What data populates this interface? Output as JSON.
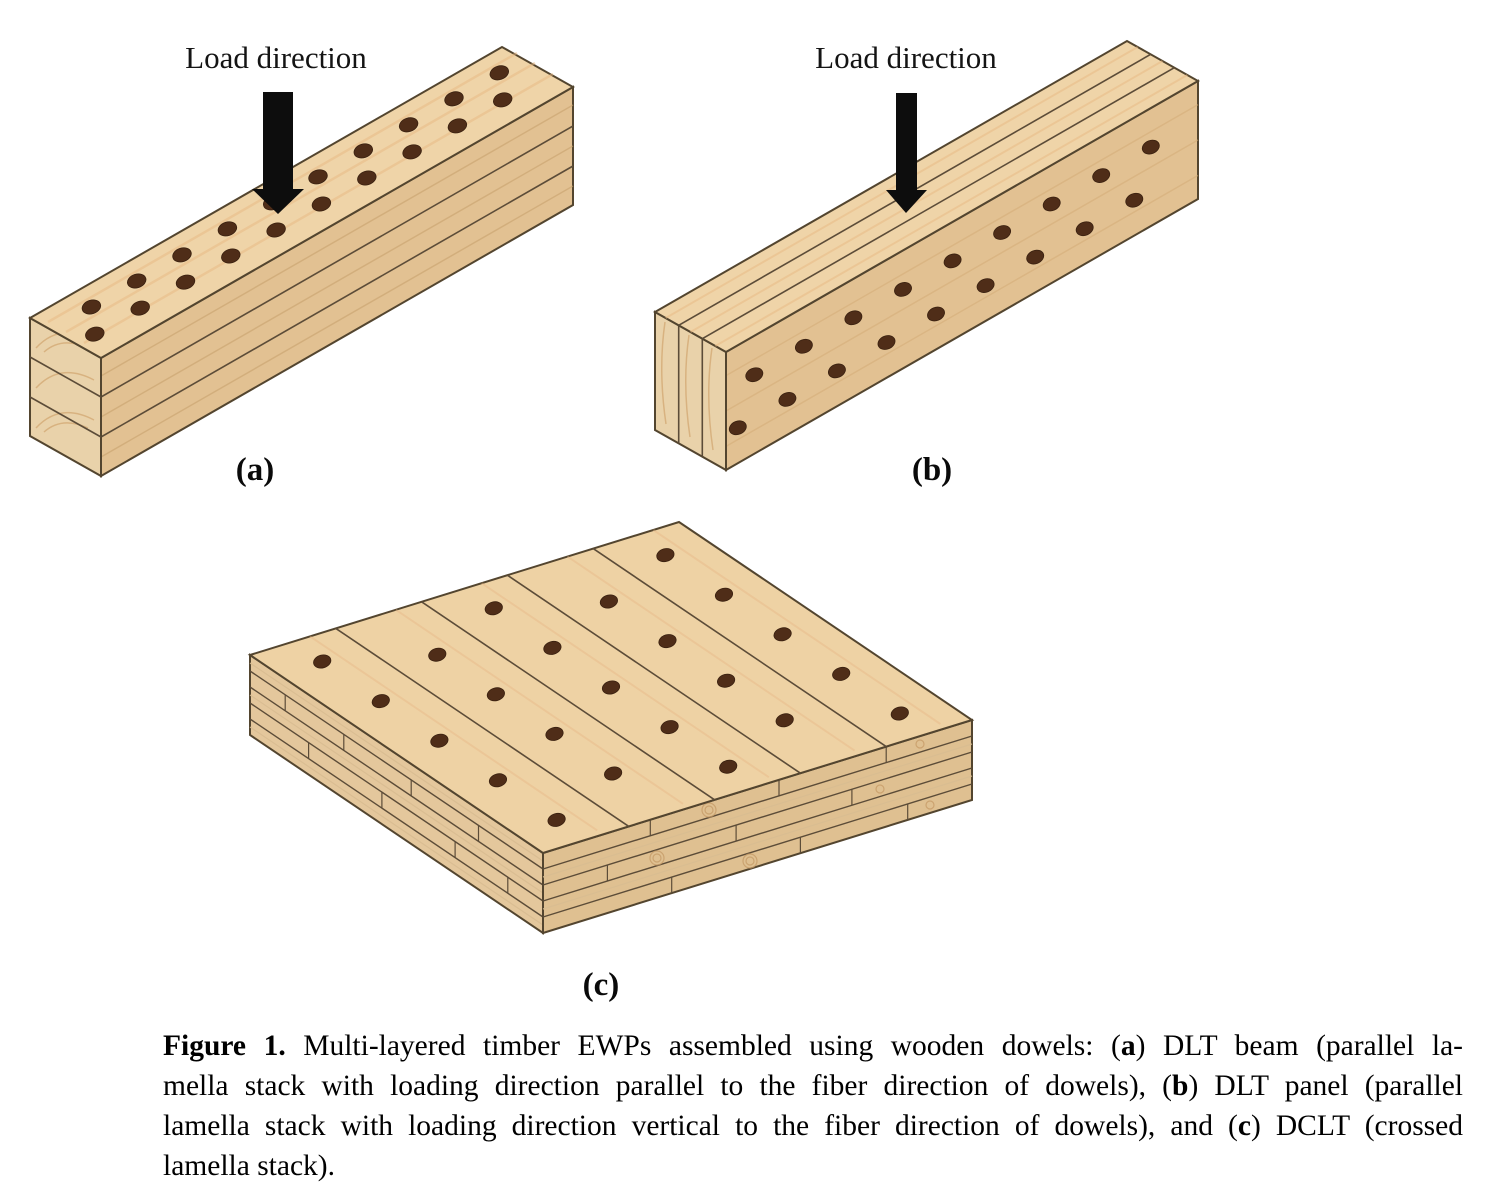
{
  "figure": {
    "panel_a": {
      "label": "(a)",
      "load_direction_label": "Load direction",
      "description": "DLT beam, parallel lamella stack, dowels on top face",
      "lamella_count": 3,
      "dowel_rows": 2,
      "dowel_count": 20
    },
    "panel_b": {
      "label": "(b)",
      "load_direction_label": "Load direction",
      "description": "DLT panel, parallel lamella stack, dowels on side face",
      "lamella_count": 3,
      "dowel_rows": 2,
      "dowel_count": 18
    },
    "panel_c": {
      "label": "(c)",
      "description": "DCLT, crossed lamella stack, dowel grid on top face",
      "layer_count": 5,
      "plank_count": 5,
      "dowel_count": 23
    },
    "colors": {
      "wood_top": "#efd4a8",
      "wood_side": "#e2c192",
      "wood_end": "#e9d2aa",
      "wood_grain": "#d9a96f",
      "outline": "#53452f",
      "dowel": "#4f2d18",
      "arrow": "#0d0d0d"
    }
  },
  "caption": {
    "lines": [
      [
        {
          "t": "Figure 1.",
          "b": 1
        },
        {
          "t": " Multi-layered timber EWPs assembled using wooden dowels: (",
          "b": 0
        },
        {
          "t": "a",
          "b": 1
        },
        {
          "t": ") DLT beam (parallel la-",
          "b": 0
        }
      ],
      [
        {
          "t": "mella stack with loading direction parallel to the fiber direction of dowels), (",
          "b": 0
        },
        {
          "t": "b",
          "b": 1
        },
        {
          "t": ") DLT panel (parallel",
          "b": 0
        }
      ],
      [
        {
          "t": "lamella stack with loading direction vertical to the fiber direction of dowels), and (",
          "b": 0
        },
        {
          "t": "c",
          "b": 1
        },
        {
          "t": ") DCLT (crossed",
          "b": 0
        }
      ],
      [
        {
          "t": "lamella stack).",
          "b": 0
        }
      ]
    ]
  }
}
